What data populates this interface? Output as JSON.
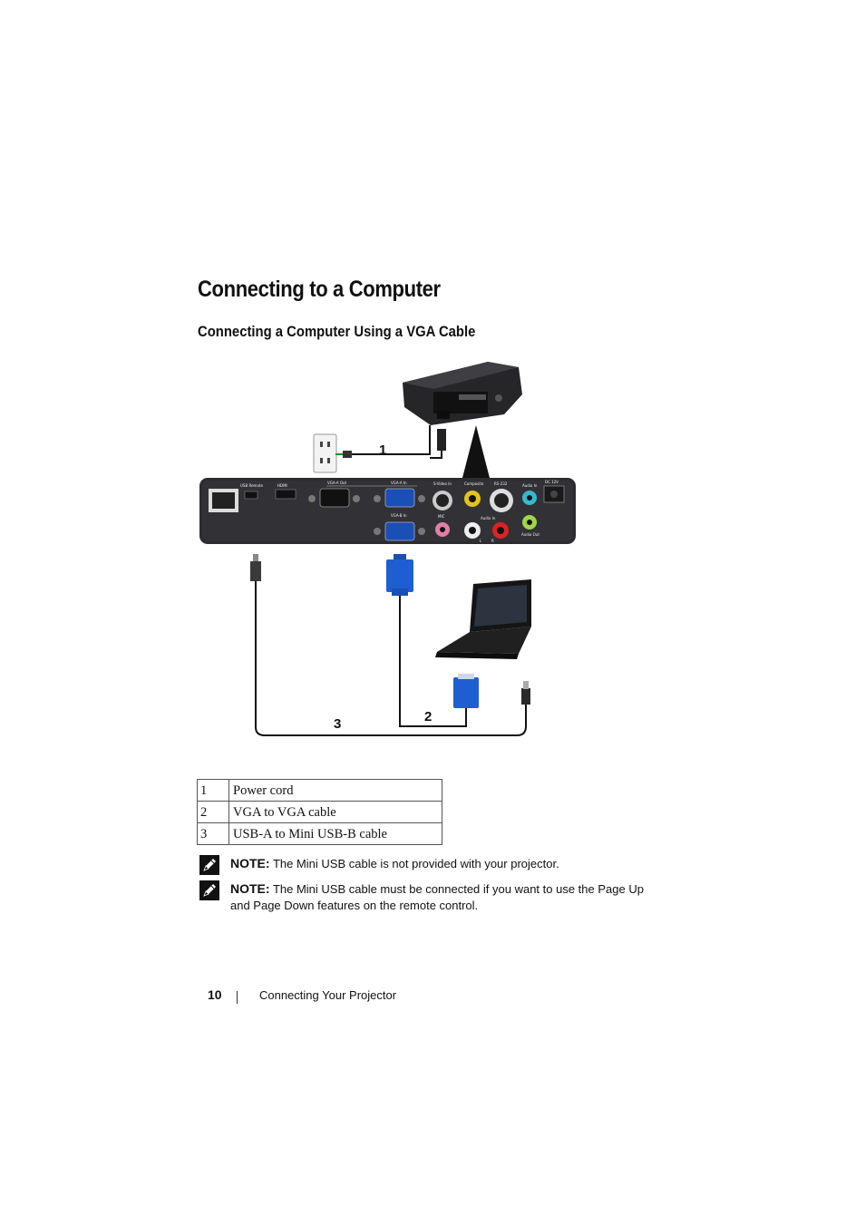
{
  "heading": "Connecting to a Computer",
  "subheading": "Connecting a Computer Using a VGA Cable",
  "diagram": {
    "callouts": [
      "1",
      "2",
      "3"
    ],
    "port_labels": {
      "usb_remote": "USB Remote",
      "hdmi": "HDMI",
      "vga_a_out": "VGA-A Out",
      "vga_a_in": "VGA-A In",
      "vga_b_in": "VGA-B In",
      "s_video_in": "S-Video In",
      "composite": "Composite",
      "rs232": "RS-232",
      "audio_in": "Audio In",
      "audio_out": "Audio Out",
      "mic": "MIC",
      "dc_12v": "DC 12V",
      "l": "L",
      "r": "R"
    },
    "icons": [
      "power-outlet-icon",
      "projector-icon",
      "laptop-icon",
      "vga-connector-icon",
      "usb-connector-icon",
      "network-port-icon"
    ]
  },
  "legend": [
    {
      "num": "1",
      "label": "Power cord"
    },
    {
      "num": "2",
      "label": "VGA to VGA cable"
    },
    {
      "num": "3",
      "label": "USB-A to Mini USB-B cable"
    }
  ],
  "notes": [
    {
      "label": "NOTE:",
      "text": " The Mini USB cable is not provided with your projector."
    },
    {
      "label": "NOTE:",
      "text": " The Mini USB cable must be connected if you want to use the Page Up and Page Down features on the remote control."
    }
  ],
  "footer": {
    "page_number": "10",
    "section": "Connecting Your Projector"
  }
}
